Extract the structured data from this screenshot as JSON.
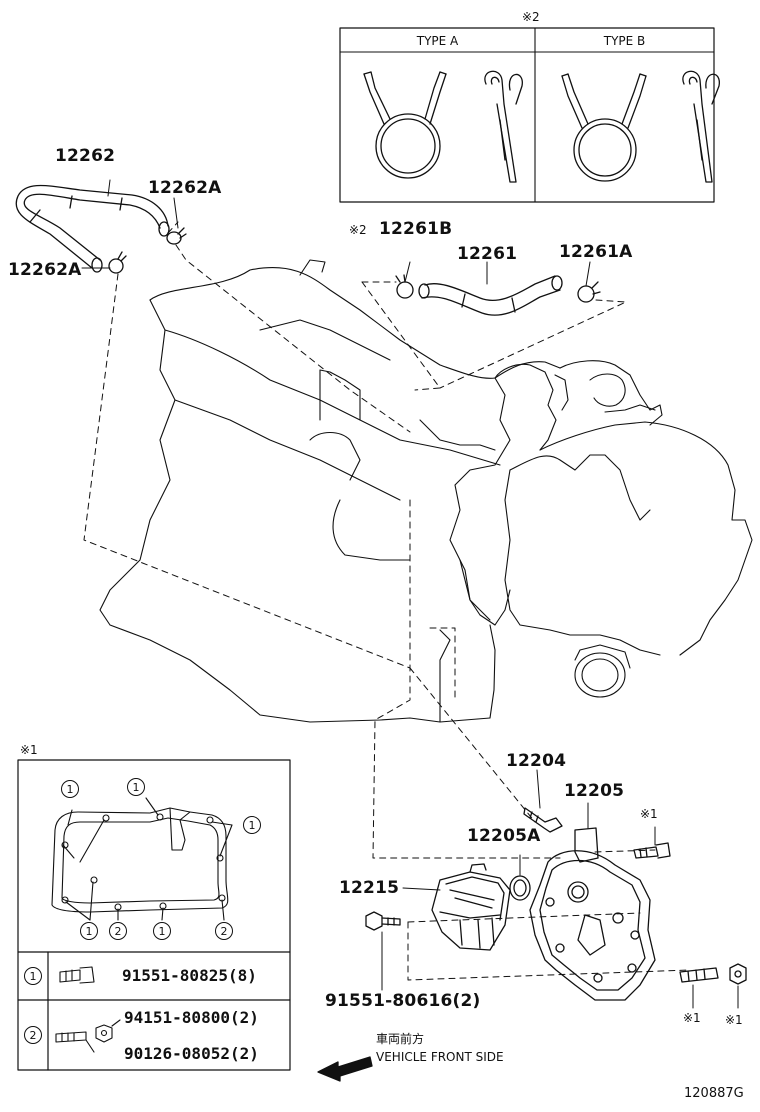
{
  "type_box": {
    "note": "※2",
    "col_a": "TYPE A",
    "col_b": "TYPE B"
  },
  "labels": {
    "p12262": "12262",
    "p12262A_top": "12262A",
    "p12262A_left": "12262A",
    "note_12261B": "※2",
    "p12261B": "12261B",
    "p12261": "12261",
    "p12261A": "12261A",
    "p12204": "12204",
    "p12205": "12205",
    "p12205A": "12205A",
    "p12215": "12215",
    "p91551_80616": "91551-80616(2)",
    "note_bolt_top": "※1",
    "note_bolt_bottom": "※1",
    "note_nut_bottom": "※1"
  },
  "inset": {
    "note": "※1",
    "callout_1": "1",
    "callout_2": "2",
    "rows": [
      {
        "key": "1",
        "part_number": "91551-80825(8)"
      },
      {
        "key": "2",
        "part_number_a": "94151-80800(2)",
        "part_number_b": "90126-08052(2)"
      }
    ]
  },
  "direction": {
    "jp": "車両前方",
    "en": "VEHICLE FRONT SIDE"
  },
  "figure_id": "120887G"
}
